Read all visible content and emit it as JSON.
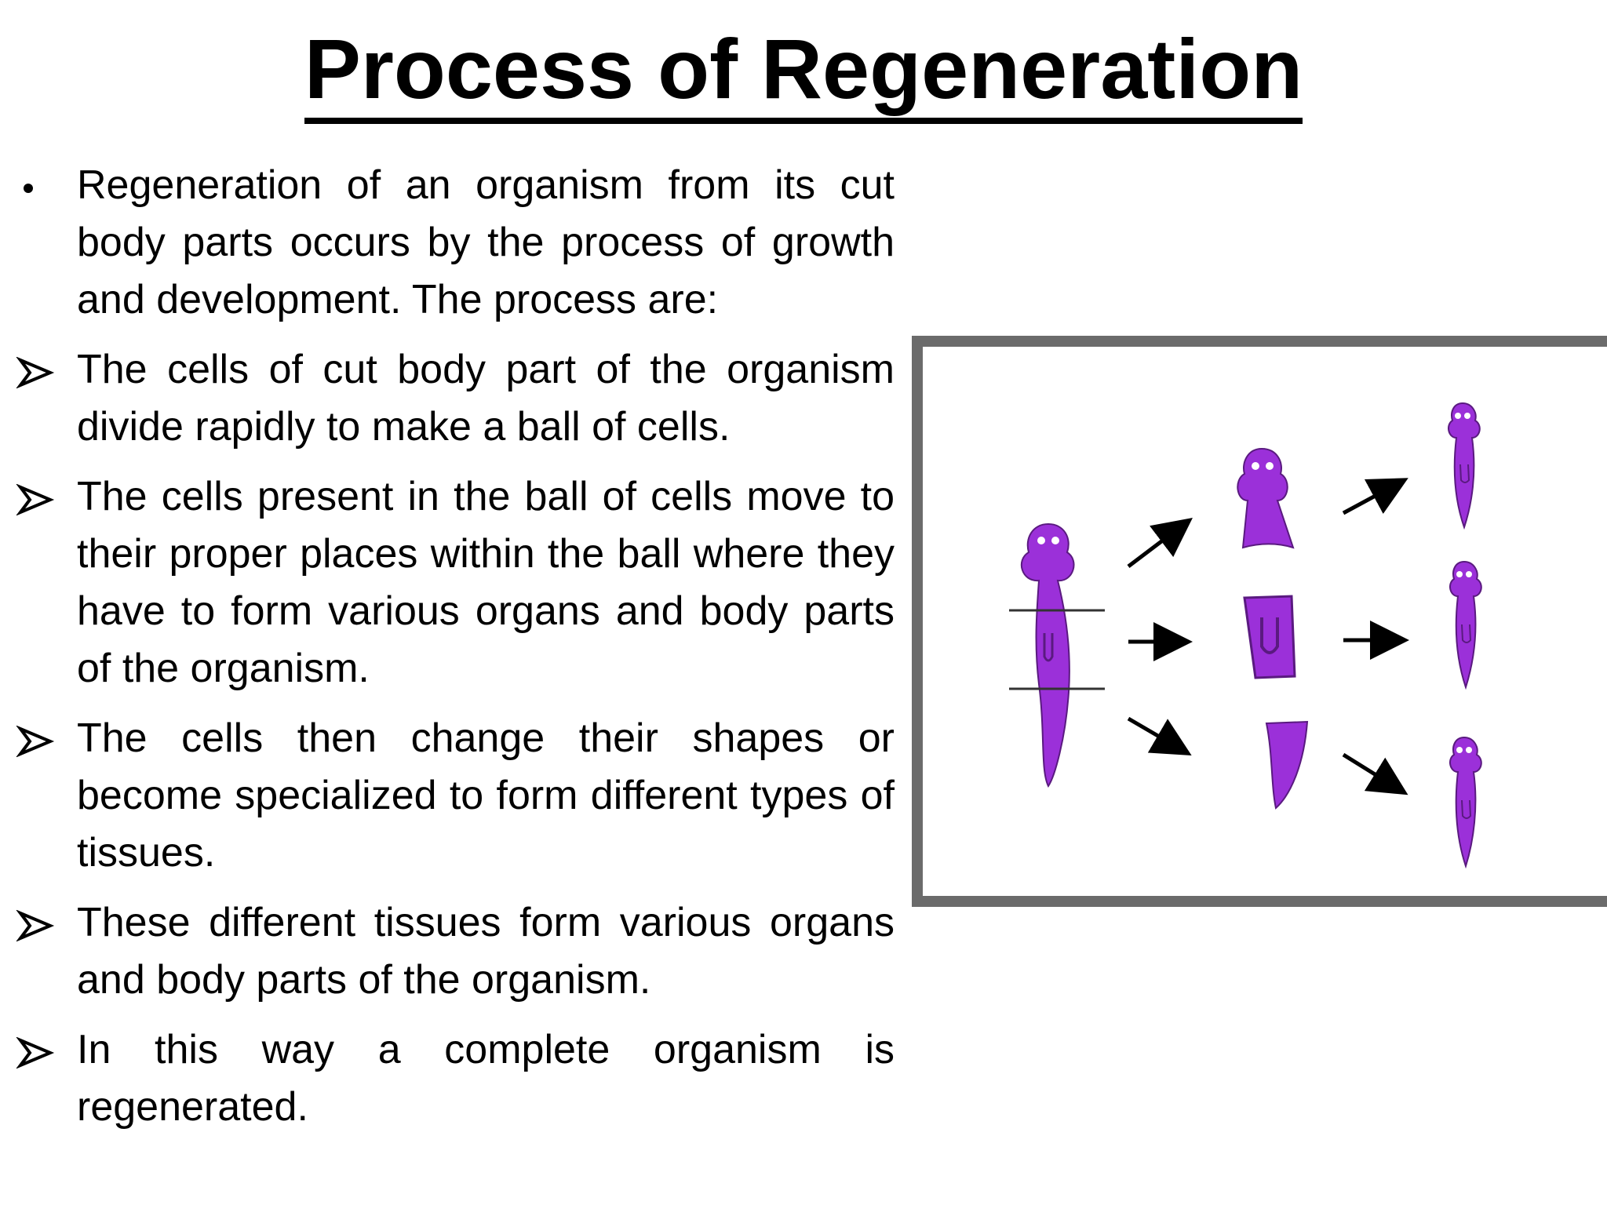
{
  "title": "Process of Regeneration",
  "intro": "Regeneration of an organism from its cut body parts occurs by the process of growth and development. The process are:",
  "steps": [
    "The cells of cut body part of the organism divide rapidly to make a ball of cells.",
    "The cells present in the ball of cells move to their proper places within the ball where they have to form various organs and body parts of the organism.",
    "The cells then change their shapes or become specialized to form different types of tissues.",
    "These different tissues form various organs and body parts of the organism.",
    "In this way a complete organism is regenerated."
  ],
  "figure": {
    "organism_color": "#9b30d9",
    "frame_color": "#6b6b6b",
    "icons": [
      "planaria-icon",
      "arrow-icon"
    ]
  }
}
